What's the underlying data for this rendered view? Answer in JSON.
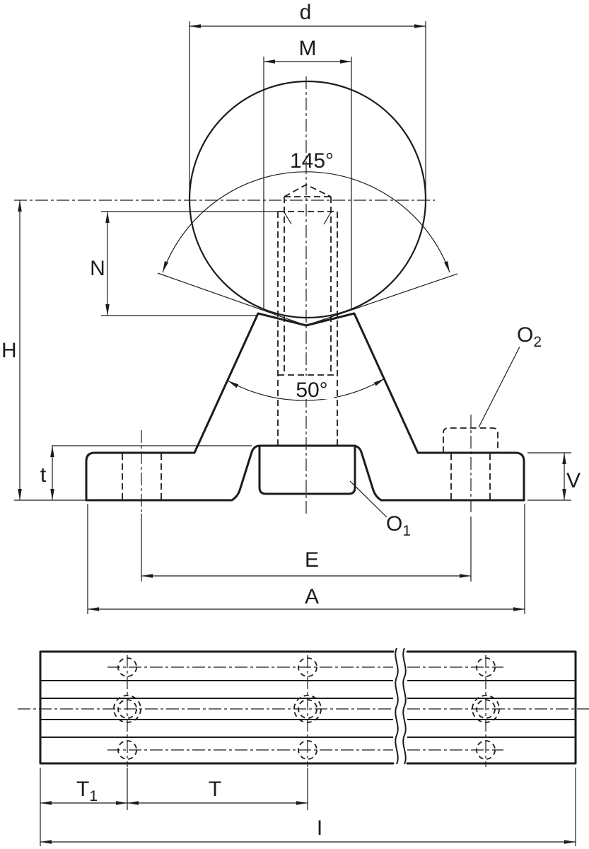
{
  "drawing": {
    "type": "technical-dimension-drawing",
    "subject": "shaft-support-rail-two-views",
    "colors": {
      "ink": "#1c1c1c",
      "background": "#ffffff"
    },
    "labels": {
      "d": "d",
      "M": "M",
      "angle_groove": "145°",
      "angle_legs": "50°",
      "N": "N",
      "H": "H",
      "t": "t",
      "V": "V",
      "E": "E",
      "A": "A",
      "I": "I",
      "T": "T",
      "T1_base": "T",
      "T1_sub": "1",
      "O1_base": "O",
      "O1_sub": "1",
      "O2_base": "O",
      "O2_sub": "2"
    }
  }
}
